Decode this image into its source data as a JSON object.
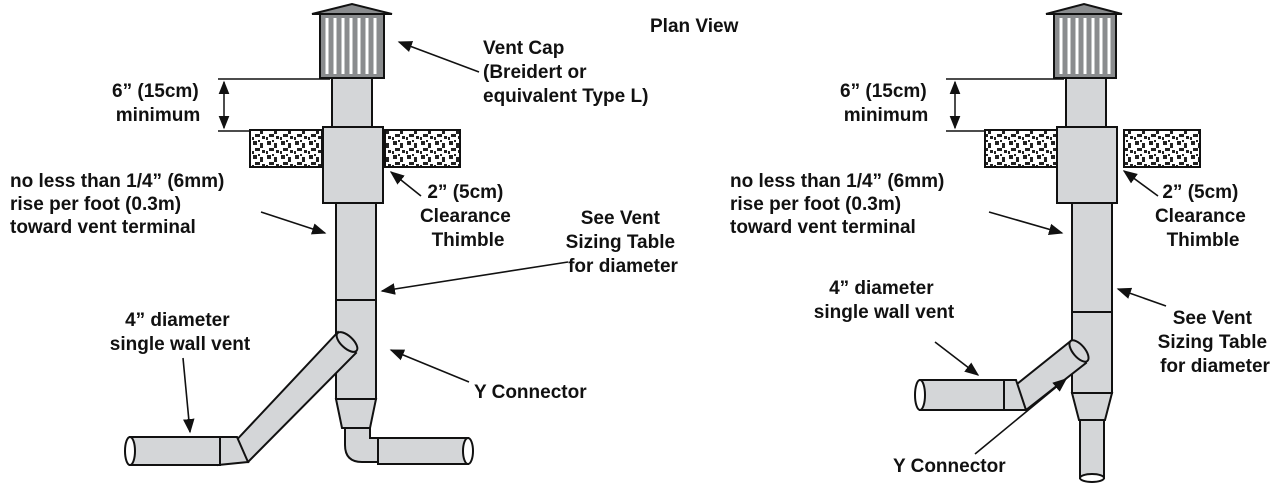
{
  "title": "Plan View",
  "left": {
    "vent_cap": [
      "Vent Cap",
      "(Breidert or",
      "equivalent Type L)"
    ],
    "min_height": [
      "6” (15cm)",
      "minimum"
    ],
    "clearance": [
      "2” (5cm)",
      "Clearance",
      "Thimble"
    ],
    "rise": [
      "no less than 1/4” (6mm)",
      "rise per foot (0.3m)",
      "toward vent terminal"
    ],
    "sizing": [
      "See Vent",
      "Sizing Table",
      "for diameter"
    ],
    "diameter": [
      "4” diameter",
      "single wall vent"
    ],
    "connector": "Y Connector"
  },
  "right": {
    "min_height": [
      "6” (15cm)",
      "minimum"
    ],
    "clearance": [
      "2” (5cm)",
      "Clearance",
      "Thimble"
    ],
    "rise": [
      "no less than 1/4” (6mm)",
      "rise per foot (0.3m)",
      "toward vent terminal"
    ],
    "sizing": [
      "See Vent",
      "Sizing Table",
      "for diameter"
    ],
    "diameter": [
      "4” diameter",
      "single wall vent"
    ],
    "connector": "Y Connector"
  },
  "colors": {
    "pipe_fill": "#d4d6d8",
    "outline": "#111111",
    "cap_fill": "#8a8c8e",
    "background": "#ffffff"
  }
}
